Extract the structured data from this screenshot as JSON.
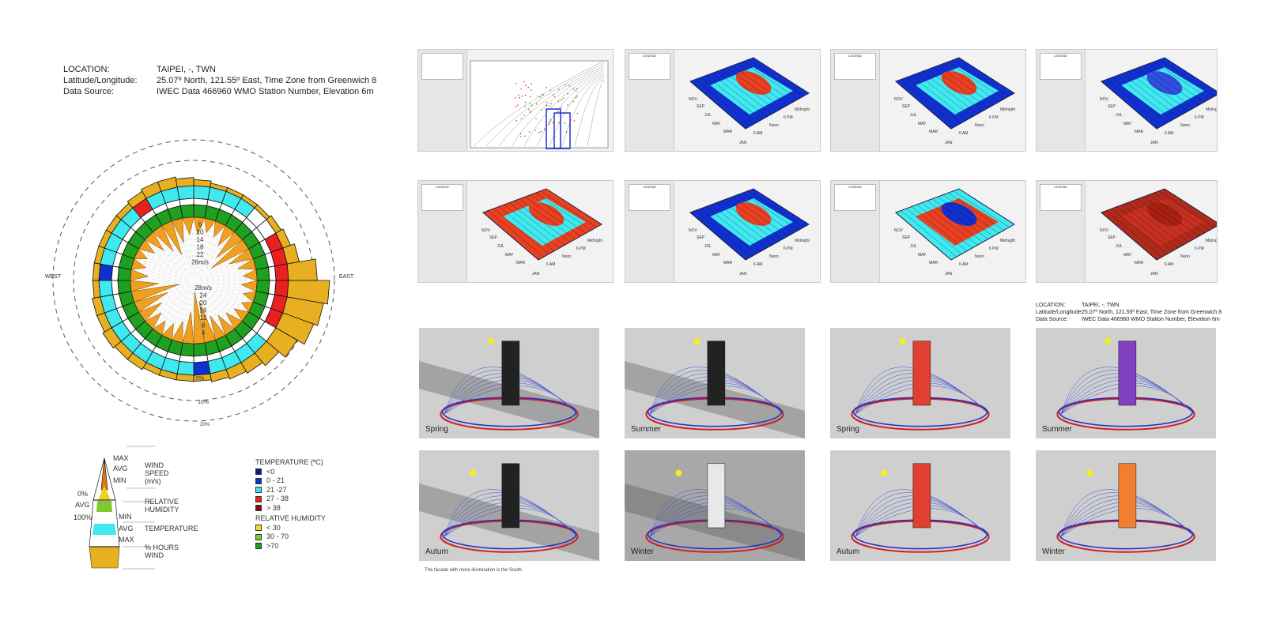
{
  "header": {
    "location_label": "LOCATION:",
    "location": "TAIPEI, -, TWN",
    "latlon_label": "Latitude/Longitude:",
    "latlon": "25.07º North, 121.55º East, Time Zone from Greenwich 8",
    "source_label": "Data Source:",
    "source": "IWEC Data  466960 WMO  Station Number, Elevation 6m"
  },
  "rose": {
    "west": "WEST",
    "east": "EAST",
    "upper_ticks": [
      "6",
      "10",
      "14",
      "18",
      "22",
      "26m/s"
    ],
    "lower_ticks": [
      "28m/s",
      "24",
      "20",
      "16",
      "12",
      "8",
      "4"
    ],
    "pct_ticks": [
      "0%",
      "10%",
      "20%"
    ],
    "temp_ring": [
      "c",
      "c",
      "c",
      "c",
      "w",
      "w",
      "r",
      "r",
      "r",
      "r",
      "r",
      "r",
      "w",
      "c",
      "c",
      "c",
      "c",
      "b",
      "c",
      "c",
      "c",
      "c",
      "c",
      "c",
      "c",
      "c",
      "c",
      "b",
      "c",
      "c",
      "c",
      "c",
      "r",
      "c",
      "c",
      "c"
    ],
    "wind_pct": [
      3,
      2,
      2,
      2,
      2,
      3,
      4,
      6,
      14,
      20,
      18,
      16,
      12,
      8,
      6,
      5,
      4,
      3,
      3,
      3,
      3,
      4,
      4,
      5,
      4,
      4,
      3,
      3,
      3,
      3,
      3,
      3,
      4,
      5,
      5,
      4
    ],
    "wind_speed": [
      10,
      8,
      9,
      12,
      18,
      24,
      14,
      10,
      8,
      9,
      7,
      6,
      8,
      10,
      12,
      14,
      24,
      30,
      18,
      12,
      9,
      8,
      10,
      14,
      20,
      28,
      16,
      10,
      8,
      7,
      9,
      12,
      16,
      20,
      14,
      10
    ]
  },
  "legend": {
    "max": "MAX",
    "avg": "AVG",
    "min": "MIN",
    "wind_speed": "WIND SPEED (m/s)",
    "p0": "0%",
    "p100": "100%",
    "rh": "RELATIVE HUMIDITY",
    "temp": "TEMPERATURE",
    "hours": "% HOURS WIND",
    "temp_title": "TEMPERATURE (ºC)",
    "temp_items": [
      {
        "label": "<0",
        "color": "#0a1a8a"
      },
      {
        "label": "0 - 21",
        "color": "#1030d0"
      },
      {
        "label": "21 -27",
        "color": "#40e0f0"
      },
      {
        "label": "27 - 38",
        "color": "#e82020"
      },
      {
        "label": "> 38",
        "color": "#8a0a0a"
      }
    ],
    "rh_title": "RELATIVE HUMIDITY",
    "rh_items": [
      {
        "label": "< 30",
        "color": "#f0e020"
      },
      {
        "label": "30 - 70",
        "color": "#80c830"
      },
      {
        "label": ">70",
        "color": "#20a020"
      }
    ]
  },
  "axes": {
    "midnight": "Midnight",
    "pm6": "6 PM",
    "noon": "Noon",
    "am6": "6 AM",
    "jan": "JAN",
    "mar": "MAR",
    "may": "MAY",
    "jul": "JUL",
    "sep": "SEP",
    "nov": "NOV",
    "legend": "LEGEND"
  },
  "seasons": [
    "Spring",
    "Summer",
    "Autum",
    "Winter"
  ],
  "caption": "The facade with more illumination is the South.",
  "header2": {
    "location_label": "LOCATION:",
    "location": "TAIPEI, -, TWN",
    "latlon_label": "Latitude/Longitude:",
    "latlon": "25.07º North, 121.55º East, Time Zone from Greenwich 8",
    "source_label": "Data Source:",
    "source": "IWEC Data  466960 WMO    Station Number, Elevation 6m"
  },
  "colors": {
    "orange": "#f0a020",
    "gold": "#e8b020",
    "green": "#20a020",
    "cyan": "#40e8f0",
    "red": "#e82020",
    "blue": "#1030d0"
  }
}
